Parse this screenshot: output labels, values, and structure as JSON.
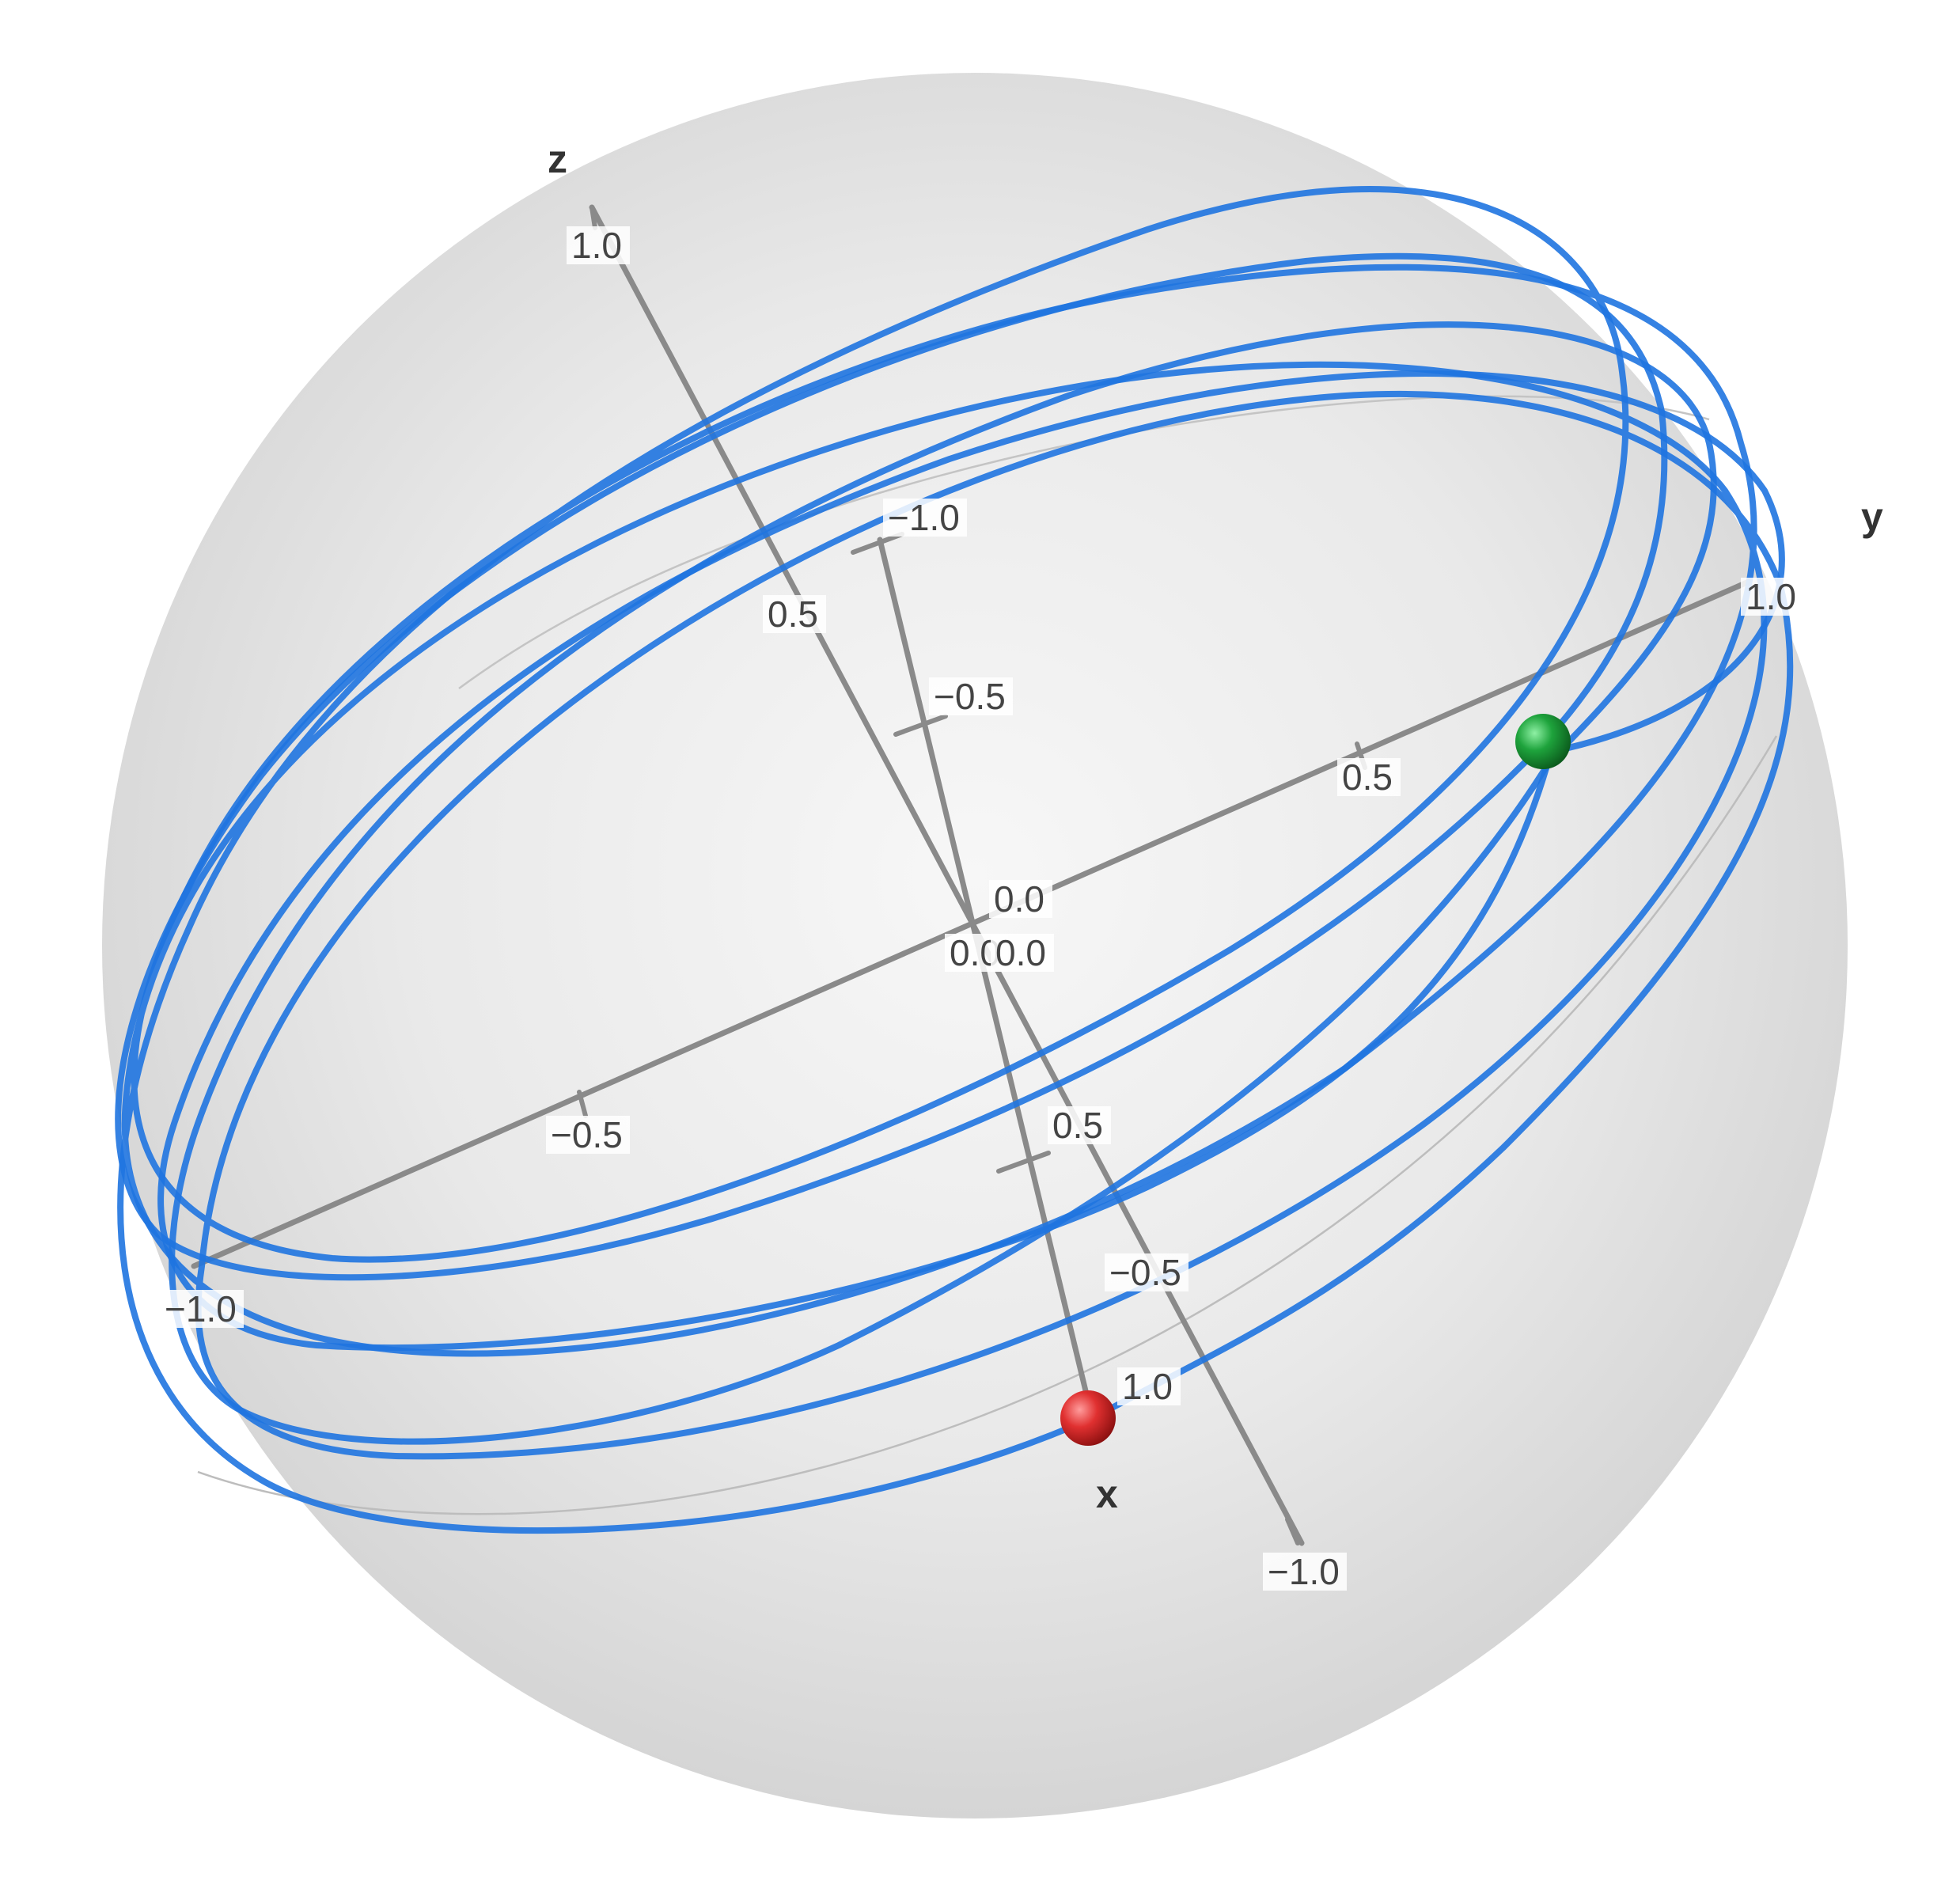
{
  "axes": {
    "x": {
      "name": "x",
      "ticks": [
        {
          "value": "1.0",
          "label": "1.0"
        },
        {
          "value": "0.5",
          "label": "0.5"
        },
        {
          "value": "0.0",
          "label": "0.0"
        },
        {
          "value": "-0.5",
          "label": "−0.5"
        },
        {
          "value": "-1.0",
          "label": "−1.0"
        }
      ]
    },
    "y": {
      "name": "y",
      "ticks": [
        {
          "value": "1.0",
          "label": "1.0"
        },
        {
          "value": "0.5",
          "label": "0.5"
        },
        {
          "value": "0.0",
          "label": "0.0"
        },
        {
          "value": "-0.5",
          "label": "−0.5"
        },
        {
          "value": "-1.0",
          "label": "−1.0"
        }
      ]
    },
    "z": {
      "name": "z",
      "ticks": [
        {
          "value": "1.0",
          "label": "1.0"
        },
        {
          "value": "0.5",
          "label": "0.5"
        },
        {
          "value": "0.0",
          "label": "0.0"
        },
        {
          "value": "-0.5",
          "label": "−0.5"
        },
        {
          "value": "-1.0",
          "label": "−1.0"
        }
      ]
    }
  },
  "markers": {
    "start": {
      "color": "#d42a2a",
      "name": "start-point"
    },
    "end": {
      "color": "#1e9a3a",
      "name": "end-point"
    }
  },
  "colors": {
    "sphere": "#e2e2e2",
    "trajectory": "#1f74e0",
    "axis": "#8a8a8a"
  }
}
